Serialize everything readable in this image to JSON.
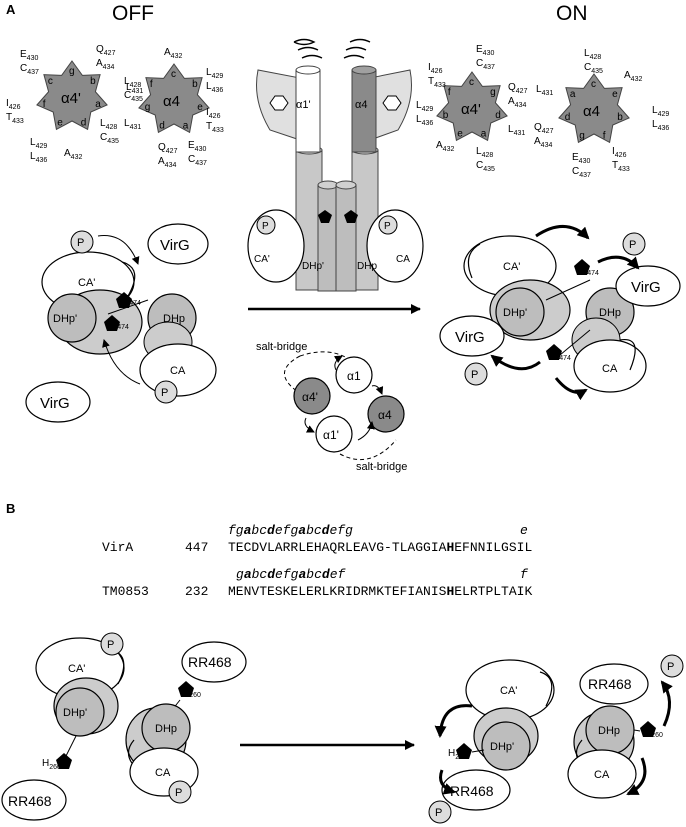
{
  "panel_a": {
    "label": "A",
    "off_title": "OFF",
    "on_title": "ON",
    "off_wheel_left": {
      "center": "α4'",
      "positions": [
        "g",
        "b",
        "a",
        "d",
        "e",
        "f",
        "c"
      ],
      "residues": [
        {
          "main": "Q",
          "sub": "427"
        },
        {
          "main": "A",
          "sub": "434"
        },
        {
          "main": "L",
          "sub": "431"
        },
        {
          "main": "L",
          "sub": "428"
        },
        {
          "main": "C",
          "sub": "435"
        },
        {
          "main": "A",
          "sub": "432"
        },
        {
          "main": "L",
          "sub": "429"
        },
        {
          "main": "L",
          "sub": "436"
        },
        {
          "main": "I",
          "sub": "426"
        },
        {
          "main": "T",
          "sub": "433"
        },
        {
          "main": "E",
          "sub": "430"
        },
        {
          "main": "C",
          "sub": "437"
        }
      ]
    },
    "off_wheel_right": {
      "center": "α4",
      "positions": [
        "c",
        "b",
        "e",
        "a",
        "d",
        "g",
        "f"
      ],
      "residues": [
        {
          "main": "A",
          "sub": "432"
        },
        {
          "main": "L",
          "sub": "429"
        },
        {
          "main": "L",
          "sub": "436"
        },
        {
          "main": "I",
          "sub": "426"
        },
        {
          "main": "T",
          "sub": "433"
        },
        {
          "main": "E",
          "sub": "430"
        },
        {
          "main": "C",
          "sub": "437"
        },
        {
          "main": "Q",
          "sub": "427"
        },
        {
          "main": "A",
          "sub": "434"
        },
        {
          "main": "L",
          "sub": "431"
        },
        {
          "main": "L",
          "sub": "428"
        },
        {
          "main": "C",
          "sub": "435"
        }
      ]
    },
    "on_wheel_left": {
      "center": "α4'",
      "positions": [
        "c",
        "g",
        "d",
        "a",
        "e",
        "b",
        "f"
      ],
      "residues": [
        {
          "main": "E",
          "sub": "430"
        },
        {
          "main": "C",
          "sub": "437"
        },
        {
          "main": "Q",
          "sub": "427"
        },
        {
          "main": "A",
          "sub": "434"
        },
        {
          "main": "L",
          "sub": "431"
        },
        {
          "main": "L",
          "sub": "428"
        },
        {
          "main": "C",
          "sub": "435"
        },
        {
          "main": "A",
          "sub": "432"
        },
        {
          "main": "L",
          "sub": "429"
        },
        {
          "main": "L",
          "sub": "436"
        },
        {
          "main": "I",
          "sub": "426"
        },
        {
          "main": "T",
          "sub": "433"
        }
      ]
    },
    "on_wheel_right": {
      "center": "α4",
      "positions": [
        "c",
        "e",
        "b",
        "f",
        "g",
        "d",
        "a"
      ],
      "residues": [
        {
          "main": "L",
          "sub": "428"
        },
        {
          "main": "C",
          "sub": "435"
        },
        {
          "main": "A",
          "sub": "432"
        },
        {
          "main": "L",
          "sub": "429"
        },
        {
          "main": "L",
          "sub": "436"
        },
        {
          "main": "I",
          "sub": "426"
        },
        {
          "main": "T",
          "sub": "433"
        },
        {
          "main": "E",
          "sub": "430"
        },
        {
          "main": "C",
          "sub": "437"
        },
        {
          "main": "Q",
          "sub": "427"
        },
        {
          "main": "A",
          "sub": "434"
        },
        {
          "main": "L",
          "sub": "431"
        }
      ]
    },
    "dimer": {
      "helix_left": "α1'",
      "helix_right": "α4",
      "dhp_left": "DHp'",
      "dhp_right": "DHp",
      "ca_left": "CA'",
      "ca_right": "CA",
      "phospho": "P"
    },
    "off_model": {
      "ca_top": "CA'",
      "dhp_top": "DHp'",
      "dhp_bottom": "DHp",
      "ca_bottom": "CA",
      "his": "H",
      "his_num": "474",
      "virg_top": "VirG",
      "virg_bottom": "VirG",
      "phospho": "P"
    },
    "on_model": {
      "ca_top": "CA'",
      "dhp_top": "DHp'",
      "dhp_bottom": "DHp",
      "ca_bottom": "CA",
      "his": "H",
      "his_num": "474",
      "virg_right": "VirG",
      "virg_left": "VirG",
      "phospho": "P"
    },
    "salt_bridge": {
      "label_top": "salt-bridge",
      "label_bottom": "salt-bridge",
      "a1": "α1",
      "a4p": "α4'",
      "a4": "α4",
      "a1p": "α1'"
    }
  },
  "panel_b": {
    "label": "B",
    "virA": {
      "name": "VirA",
      "start": "447",
      "heptad_pre": "fg",
      "heptad_segments": [
        "a",
        "bc",
        "d",
        "efg",
        "a",
        "bc",
        "d",
        "efg"
      ],
      "heptad_end": "e",
      "seq_pre": "TECDVLARRLEHAQRLEAVG-TLAGGIA",
      "seq_his": "H",
      "seq_post": "EFNNILGSIL"
    },
    "tm0853": {
      "name": "TM0853",
      "start": "232",
      "heptad_pre": "g",
      "heptad_segments": [
        "a",
        "bc",
        "d",
        "efg",
        "a",
        "bc",
        "d",
        "ef"
      ],
      "heptad_end": "f",
      "seq_pre": "MENVTESKELERLKRIDRMKTEFIANIS",
      "seq_his": "H",
      "seq_post": "ELRTPLTAIK"
    },
    "off_model": {
      "ca_top": "CA'",
      "dhp_top": "DHp'",
      "dhp_right": "DHp",
      "ca_right": "CA",
      "his": "H",
      "his_num": "260",
      "rr_top": "RR468",
      "rr_bottom": "RR468",
      "phospho": "P"
    },
    "on_model": {
      "ca_top": "CA'",
      "dhp_top": "DHp'",
      "dhp_right": "DHp",
      "ca_right": "CA",
      "his": "H",
      "his_num": "260",
      "rr_left": "RR468",
      "rr_right": "RR468",
      "phospho": "P"
    }
  }
}
